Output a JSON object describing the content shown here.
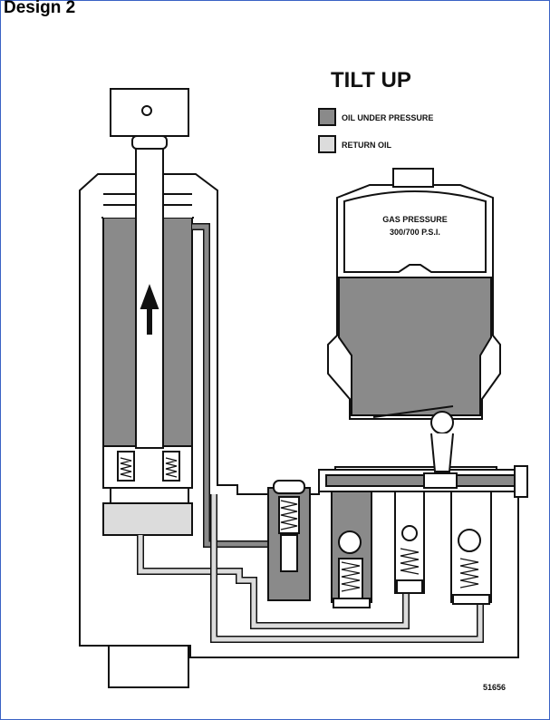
{
  "header": {
    "title": "Design 2"
  },
  "diagram": {
    "title": "TILT UP",
    "legend": [
      {
        "label": "OIL UNDER PRESSURE",
        "color": "#8a8a8a"
      },
      {
        "label": "RETURN OIL",
        "color": "#dcdcdc"
      }
    ],
    "accumulator_label_line1": "GAS PRESSURE",
    "accumulator_label_line2": "300/700 P.S.I.",
    "figure_number": "51656",
    "direction": "up"
  },
  "colors": {
    "pressure_oil": "#8a8a8a",
    "return_oil": "#dcdcdc",
    "outline": "#111111",
    "frame": "#3a62c4"
  }
}
